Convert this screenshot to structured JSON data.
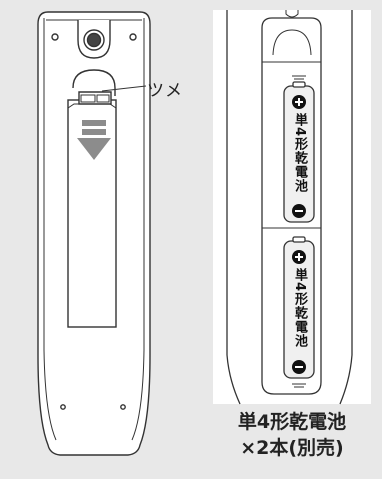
{
  "labels": {
    "tab": "ツメ",
    "battery_type_line1": "単4形乾電池",
    "battery_type_line2": "×2本(別売)"
  },
  "batteries": [
    {
      "text": "単4形乾電池",
      "plus_symbol": "+",
      "minus_symbol": "−"
    },
    {
      "text": "単4形乾電池",
      "plus_symbol": "+",
      "minus_symbol": "−"
    }
  ],
  "icons": [
    "arrow-down-icon",
    "plus-terminal-icon",
    "minus-terminal-icon"
  ],
  "colors": {
    "background": "#e8e8e8",
    "remote_body": "#ffffff",
    "outline": "#333333",
    "arrow": "#8c8c8c",
    "battery_fill": "#f0f0f0"
  }
}
